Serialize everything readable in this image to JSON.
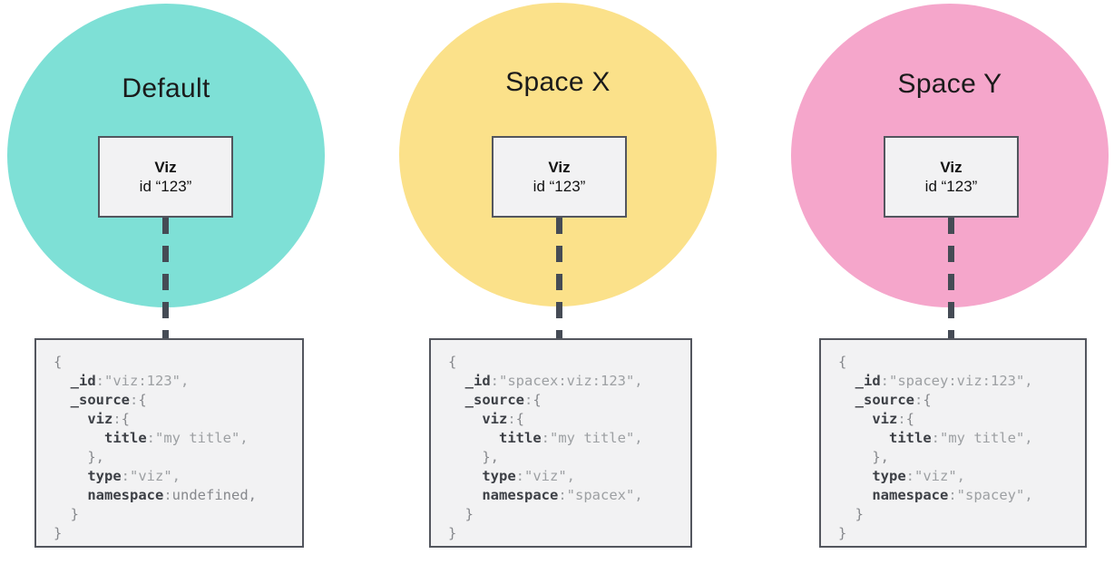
{
  "palette": {
    "box_fill": "#f2f2f3",
    "box_border": "#53565e",
    "connector": "#454b55",
    "code_key": "#3d4046",
    "code_value": "#9da0a3",
    "code_brace": "#86888c",
    "title_color": "#1b1b1b"
  },
  "groups": [
    {
      "name": "default",
      "title": "Default",
      "circle_color": "#7ee0d6",
      "viz_box": {
        "title": "Viz",
        "subtitle": "id “123”"
      },
      "code": {
        "lines": [
          [
            [
              "b",
              "{"
            ]
          ],
          [
            [
              "k",
              "  _id"
            ],
            [
              "v",
              ":\"viz:123\","
            ]
          ],
          [
            [
              "k",
              "  _source"
            ],
            [
              "v",
              ":"
            ],
            [
              "b",
              "{"
            ]
          ],
          [
            [
              "k",
              "    viz"
            ],
            [
              "v",
              ":"
            ],
            [
              "b",
              "{"
            ]
          ],
          [
            [
              "k",
              "      title"
            ],
            [
              "v",
              ":\"my title\","
            ]
          ],
          [
            [
              "b",
              "    },"
            ]
          ],
          [
            [
              "k",
              "    type"
            ],
            [
              "v",
              ":\"viz\","
            ]
          ],
          [
            [
              "k",
              "    namespace"
            ],
            [
              "v",
              ":"
            ],
            [
              "b",
              "undefined,"
            ]
          ],
          [
            [
              "b",
              "  }"
            ]
          ],
          [
            [
              "b",
              "}"
            ]
          ]
        ]
      }
    },
    {
      "name": "space-x",
      "title": "Space X",
      "circle_color": "#fbe18a",
      "viz_box": {
        "title": "Viz",
        "subtitle": "id “123”"
      },
      "code": {
        "lines": [
          [
            [
              "b",
              "{"
            ]
          ],
          [
            [
              "k",
              "  _id"
            ],
            [
              "v",
              ":\"spacex:viz:123\","
            ]
          ],
          [
            [
              "k",
              "  _source"
            ],
            [
              "v",
              ":"
            ],
            [
              "b",
              "{"
            ]
          ],
          [
            [
              "k",
              "    viz"
            ],
            [
              "v",
              ":"
            ],
            [
              "b",
              "{"
            ]
          ],
          [
            [
              "k",
              "      title"
            ],
            [
              "v",
              ":\"my title\","
            ]
          ],
          [
            [
              "b",
              "    },"
            ]
          ],
          [
            [
              "k",
              "    type"
            ],
            [
              "v",
              ":\"viz\","
            ]
          ],
          [
            [
              "k",
              "    namespace"
            ],
            [
              "v",
              ":\"spacex\","
            ]
          ],
          [
            [
              "b",
              "  }"
            ]
          ],
          [
            [
              "b",
              "}"
            ]
          ]
        ]
      }
    },
    {
      "name": "space-y",
      "title": "Space Y",
      "circle_color": "#f5a6cb",
      "viz_box": {
        "title": "Viz",
        "subtitle": "id “123”"
      },
      "code": {
        "lines": [
          [
            [
              "b",
              "{"
            ]
          ],
          [
            [
              "k",
              "  _id"
            ],
            [
              "v",
              ":\"spacey:viz:123\","
            ]
          ],
          [
            [
              "k",
              "  _source"
            ],
            [
              "v",
              ":"
            ],
            [
              "b",
              "{"
            ]
          ],
          [
            [
              "k",
              "    viz"
            ],
            [
              "v",
              ":"
            ],
            [
              "b",
              "{"
            ]
          ],
          [
            [
              "k",
              "      title"
            ],
            [
              "v",
              ":\"my title\","
            ]
          ],
          [
            [
              "b",
              "    },"
            ]
          ],
          [
            [
              "k",
              "    type"
            ],
            [
              "v",
              ":\"viz\","
            ]
          ],
          [
            [
              "k",
              "    namespace"
            ],
            [
              "v",
              ":\"spacey\","
            ]
          ],
          [
            [
              "b",
              "  }"
            ]
          ],
          [
            [
              "b",
              "}"
            ]
          ]
        ]
      }
    }
  ]
}
